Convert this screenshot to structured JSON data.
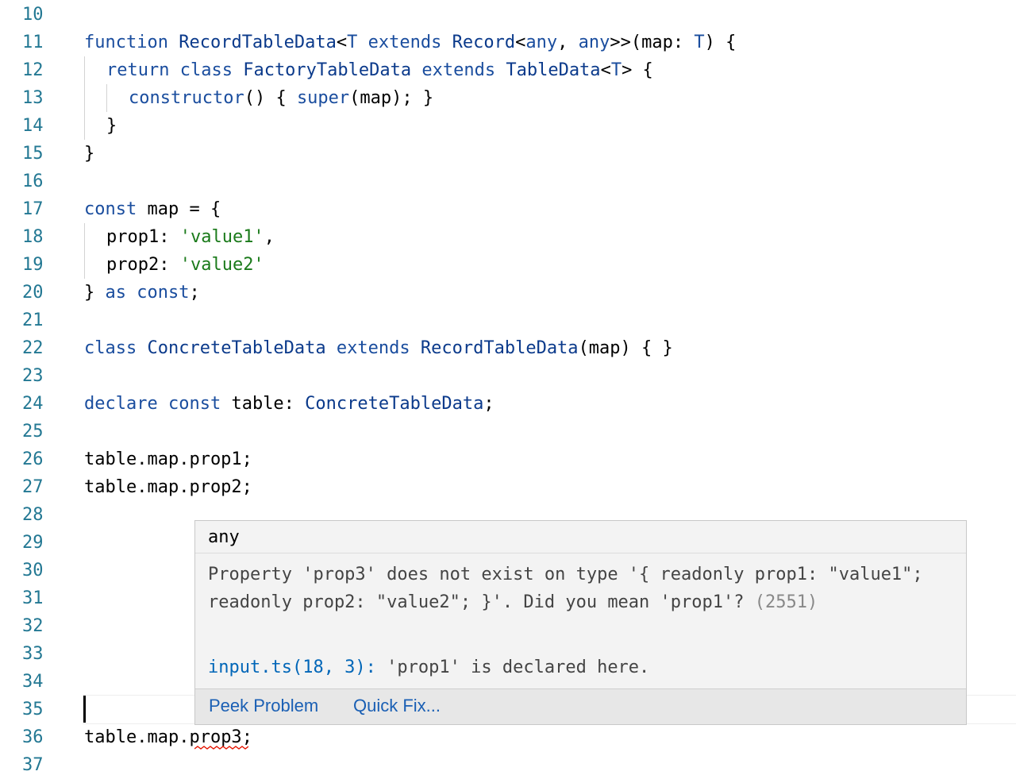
{
  "editor": {
    "line_numbers": [
      "10",
      "11",
      "12",
      "13",
      "14",
      "15",
      "16",
      "17",
      "18",
      "19",
      "20",
      "21",
      "22",
      "23",
      "24",
      "25",
      "26",
      "27",
      "28",
      "29",
      "30",
      "31",
      "32",
      "33",
      "34",
      "35",
      "36",
      "37"
    ],
    "lines": {
      "l11": [
        "function ",
        "RecordTableData",
        "<",
        "T",
        " extends ",
        "Record",
        "<",
        "any",
        ", ",
        "any",
        ">>(map: ",
        "T",
        ") {"
      ],
      "l12": [
        "return ",
        "class ",
        "FactoryTableData",
        " extends ",
        "TableData",
        "<",
        "T",
        "> {"
      ],
      "l13": [
        "constructor",
        "() { ",
        "super",
        "(map); }"
      ],
      "l14": "}",
      "l15": "}",
      "l17": [
        "const ",
        "map = {"
      ],
      "l18": [
        "prop1: ",
        "'value1'",
        ","
      ],
      "l19": [
        "prop2: ",
        "'value2'"
      ],
      "l20": [
        "} ",
        "as ",
        "const",
        ";"
      ],
      "l22": [
        "class ",
        "ConcreteTableData",
        " extends ",
        "RecordTableData",
        "(map) { }"
      ],
      "l24": [
        "declare ",
        "const ",
        "table: ",
        "ConcreteTableData",
        ";"
      ],
      "l26": "table.map.prop1;",
      "l27": "table.map.prop2;",
      "l36": [
        "table.map.",
        "prop3",
        ";"
      ]
    }
  },
  "hover": {
    "type_text": "any",
    "message": "Property 'prop3' does not exist on type '{ readonly prop1: \"value1\"; readonly prop2: \"value2\"; }'. Did you mean 'prop1'?",
    "error_code": "(2551)",
    "related_location": "input.ts(18, 3):",
    "related_message": " 'prop1' is declared here.",
    "actions": {
      "peek_problem": "Peek Problem",
      "quick_fix": "Quick Fix..."
    }
  },
  "colors": {
    "line_number": "#237893",
    "keyword": "#1a4d9e",
    "string": "#1a7a1a",
    "error_squiggle": "#e51400",
    "link": "#1a5fb4"
  }
}
